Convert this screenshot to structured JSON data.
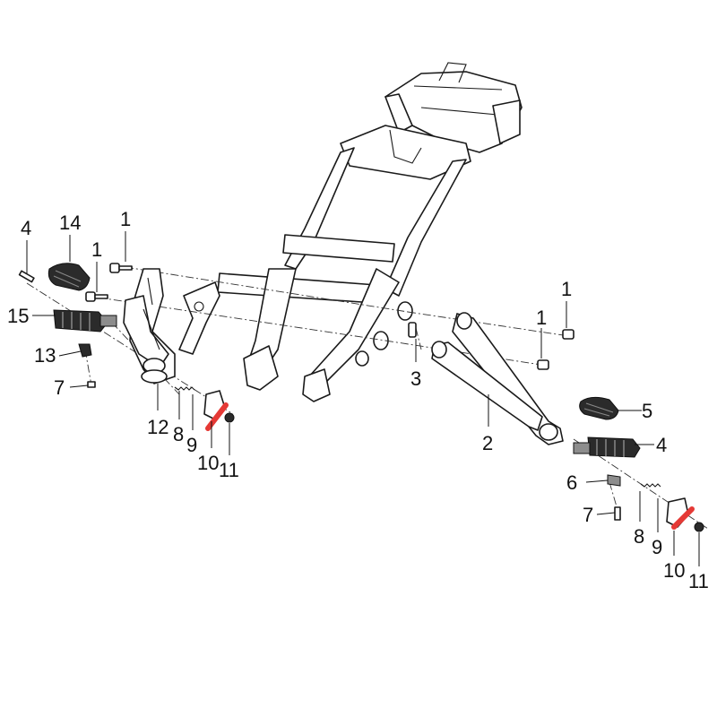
{
  "diagram": {
    "callouts": {
      "c1a": "1",
      "c1b": "1",
      "c1c": "1",
      "c1d": "1",
      "c2": "2",
      "c3": "3",
      "c4a": "4",
      "c4b": "4",
      "c5": "5",
      "c6": "6",
      "c7a": "7",
      "c7b": "7",
      "c8a": "8",
      "c8b": "8",
      "c9a": "9",
      "c9b": "9",
      "c10a": "10",
      "c10b": "10",
      "c11a": "11",
      "c11b": "11",
      "c12": "12",
      "c13": "13",
      "c14": "14",
      "c15": "15"
    },
    "colors": {
      "line": "#1a1a1a",
      "marker": "#e53935",
      "rubber": "#2b2b2b"
    }
  }
}
